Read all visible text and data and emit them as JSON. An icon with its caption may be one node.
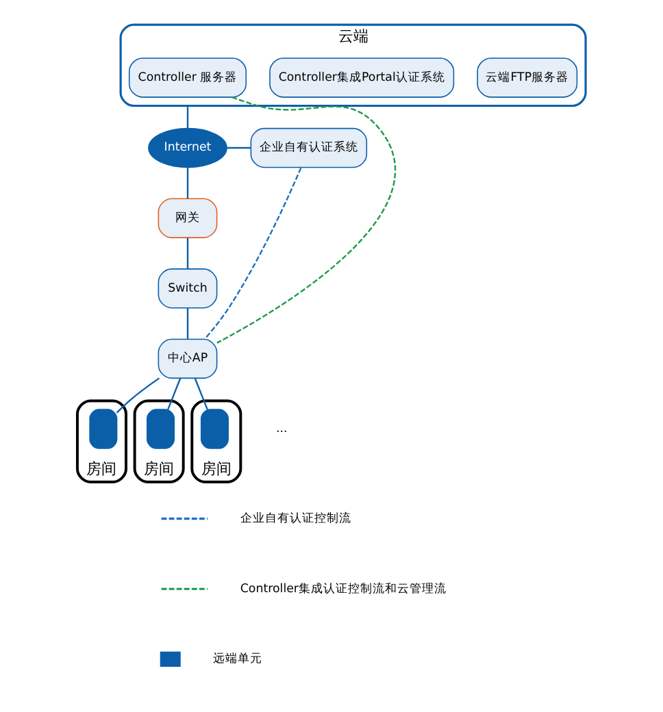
{
  "diagram": {
    "nodes": [
      {
        "text": [
          "云端"
        ]
      },
      {
        "text": [
          "云端FTP服务器"
        ],
        "in": 0
      },
      {
        "text": [
          "Controller集成Portal认证系统"
        ],
        "in": 0
      },
      {
        "text": [
          "Controller 服务器"
        ],
        "in": 0
      },
      {
        "text": [
          "Internet"
        ]
      },
      {
        "text": [
          "企业自有认证系统"
        ]
      },
      {
        "text": [
          "网关"
        ]
      },
      {
        "text": [
          "Switch"
        ]
      },
      {
        "text": [
          "中心AP"
        ]
      },
      {
        "text": [
          "房间"
        ]
      },
      {
        "text": [],
        "shape": "box",
        "in": 9
      },
      {
        "text": [
          "房间"
        ]
      },
      {
        "text": [],
        "shape": "box",
        "in": 11
      },
      {
        "text": [
          "房间"
        ]
      },
      {
        "text": [],
        "shape": "box",
        "in": 13
      }
    ],
    "edges": [
      {
        "from": 0,
        "to": 4,
        "arrow": "none"
      },
      {
        "from": 4,
        "to": 5,
        "arrow": "none"
      },
      {
        "from": 4,
        "to": 6,
        "arrow": "none"
      },
      {
        "from": 6,
        "to": 7,
        "arrow": "none"
      },
      {
        "from": 7,
        "to": 8,
        "arrow": "none"
      },
      {
        "from": 8,
        "to": 10,
        "arrow": "none"
      },
      {
        "from": 8,
        "to": 12,
        "arrow": "none"
      },
      {
        "from": 8,
        "to": 14,
        "arrow": "none"
      },
      {
        "from": 3,
        "to": 8,
        "arrow": "none",
        "style": "dashed",
        "color": "#1a9a48"
      },
      {
        "from": 5,
        "to": 8,
        "arrow": "none",
        "style": "dashed",
        "color": "#1e6fc0"
      }
    ],
    "labels": [
      "..."
    ],
    "legend": [
      {
        "text": "企业自有认证控制流"
      },
      {
        "text": "Controller集成认证控制流和云管理流"
      },
      {
        "text": "远端单元",
        "color": "#0b5fa8"
      }
    ]
  }
}
